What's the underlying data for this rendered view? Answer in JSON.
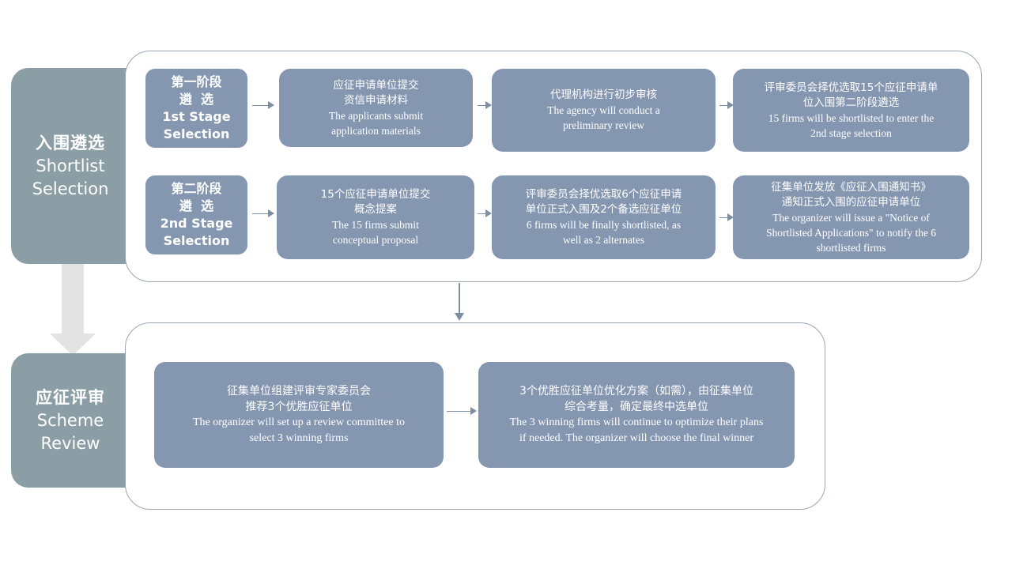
{
  "phases": [
    {
      "zh": "入围遴选",
      "en1": "Shortlist",
      "en2": "Selection"
    },
    {
      "zh": "应征评审",
      "en1": "Scheme",
      "en2": "Review"
    }
  ],
  "stages": [
    {
      "zh1": "第一阶段",
      "zh2": "遴  选",
      "en1": "1st Stage",
      "en2": "Selection"
    },
    {
      "zh1": "第二阶段",
      "zh2": "遴  选",
      "en1": "2nd Stage",
      "en2": "Selection"
    }
  ],
  "stage1_steps": [
    {
      "zh": [
        "应征申请单位提交",
        "资信申请材料"
      ],
      "en": [
        "The applicants submit",
        "application materials"
      ]
    },
    {
      "zh": [
        "代理机构进行初步审核"
      ],
      "en": [
        "The agency will conduct a",
        "preliminary review"
      ]
    },
    {
      "zh": [
        "评审委员会择优选取15个应征申请单",
        "位入围第二阶段遴选"
      ],
      "en": [
        "15 firms will be shortlisted to enter the",
        "2nd stage selection"
      ]
    }
  ],
  "stage2_steps": [
    {
      "zh": [
        "15个应征申请单位提交",
        "概念提案"
      ],
      "en": [
        "The 15 firms submit",
        "conceptual proposal"
      ]
    },
    {
      "zh": [
        "评审委员会择优选取6个应征申请",
        "单位正式入围及2个备选应征单位"
      ],
      "en": [
        "6 firms will be finally shortlisted, as",
        "well as 2 alternates"
      ]
    },
    {
      "zh": [
        "征集单位发放《应征入围通知书》",
        "通知正式入围的应征申请单位"
      ],
      "en": [
        "The organizer will issue a \"Notice of",
        "Shortlisted Applications\" to notify the 6",
        "shortlisted firms"
      ]
    }
  ],
  "review_steps": [
    {
      "zh": [
        "征集单位组建评审专家委员会",
        "推荐3个优胜应征单位"
      ],
      "en": [
        "The organizer will set up a review committee to",
        "select 3 winning firms"
      ]
    },
    {
      "zh": [
        "3个优胜应征单位优化方案（如需），由征集单位",
        "综合考量，确定最终中选单位"
      ],
      "en": [
        "The 3 winning firms will continue to optimize their plans",
        "if needed. The organizer will choose the final winner"
      ]
    }
  ]
}
